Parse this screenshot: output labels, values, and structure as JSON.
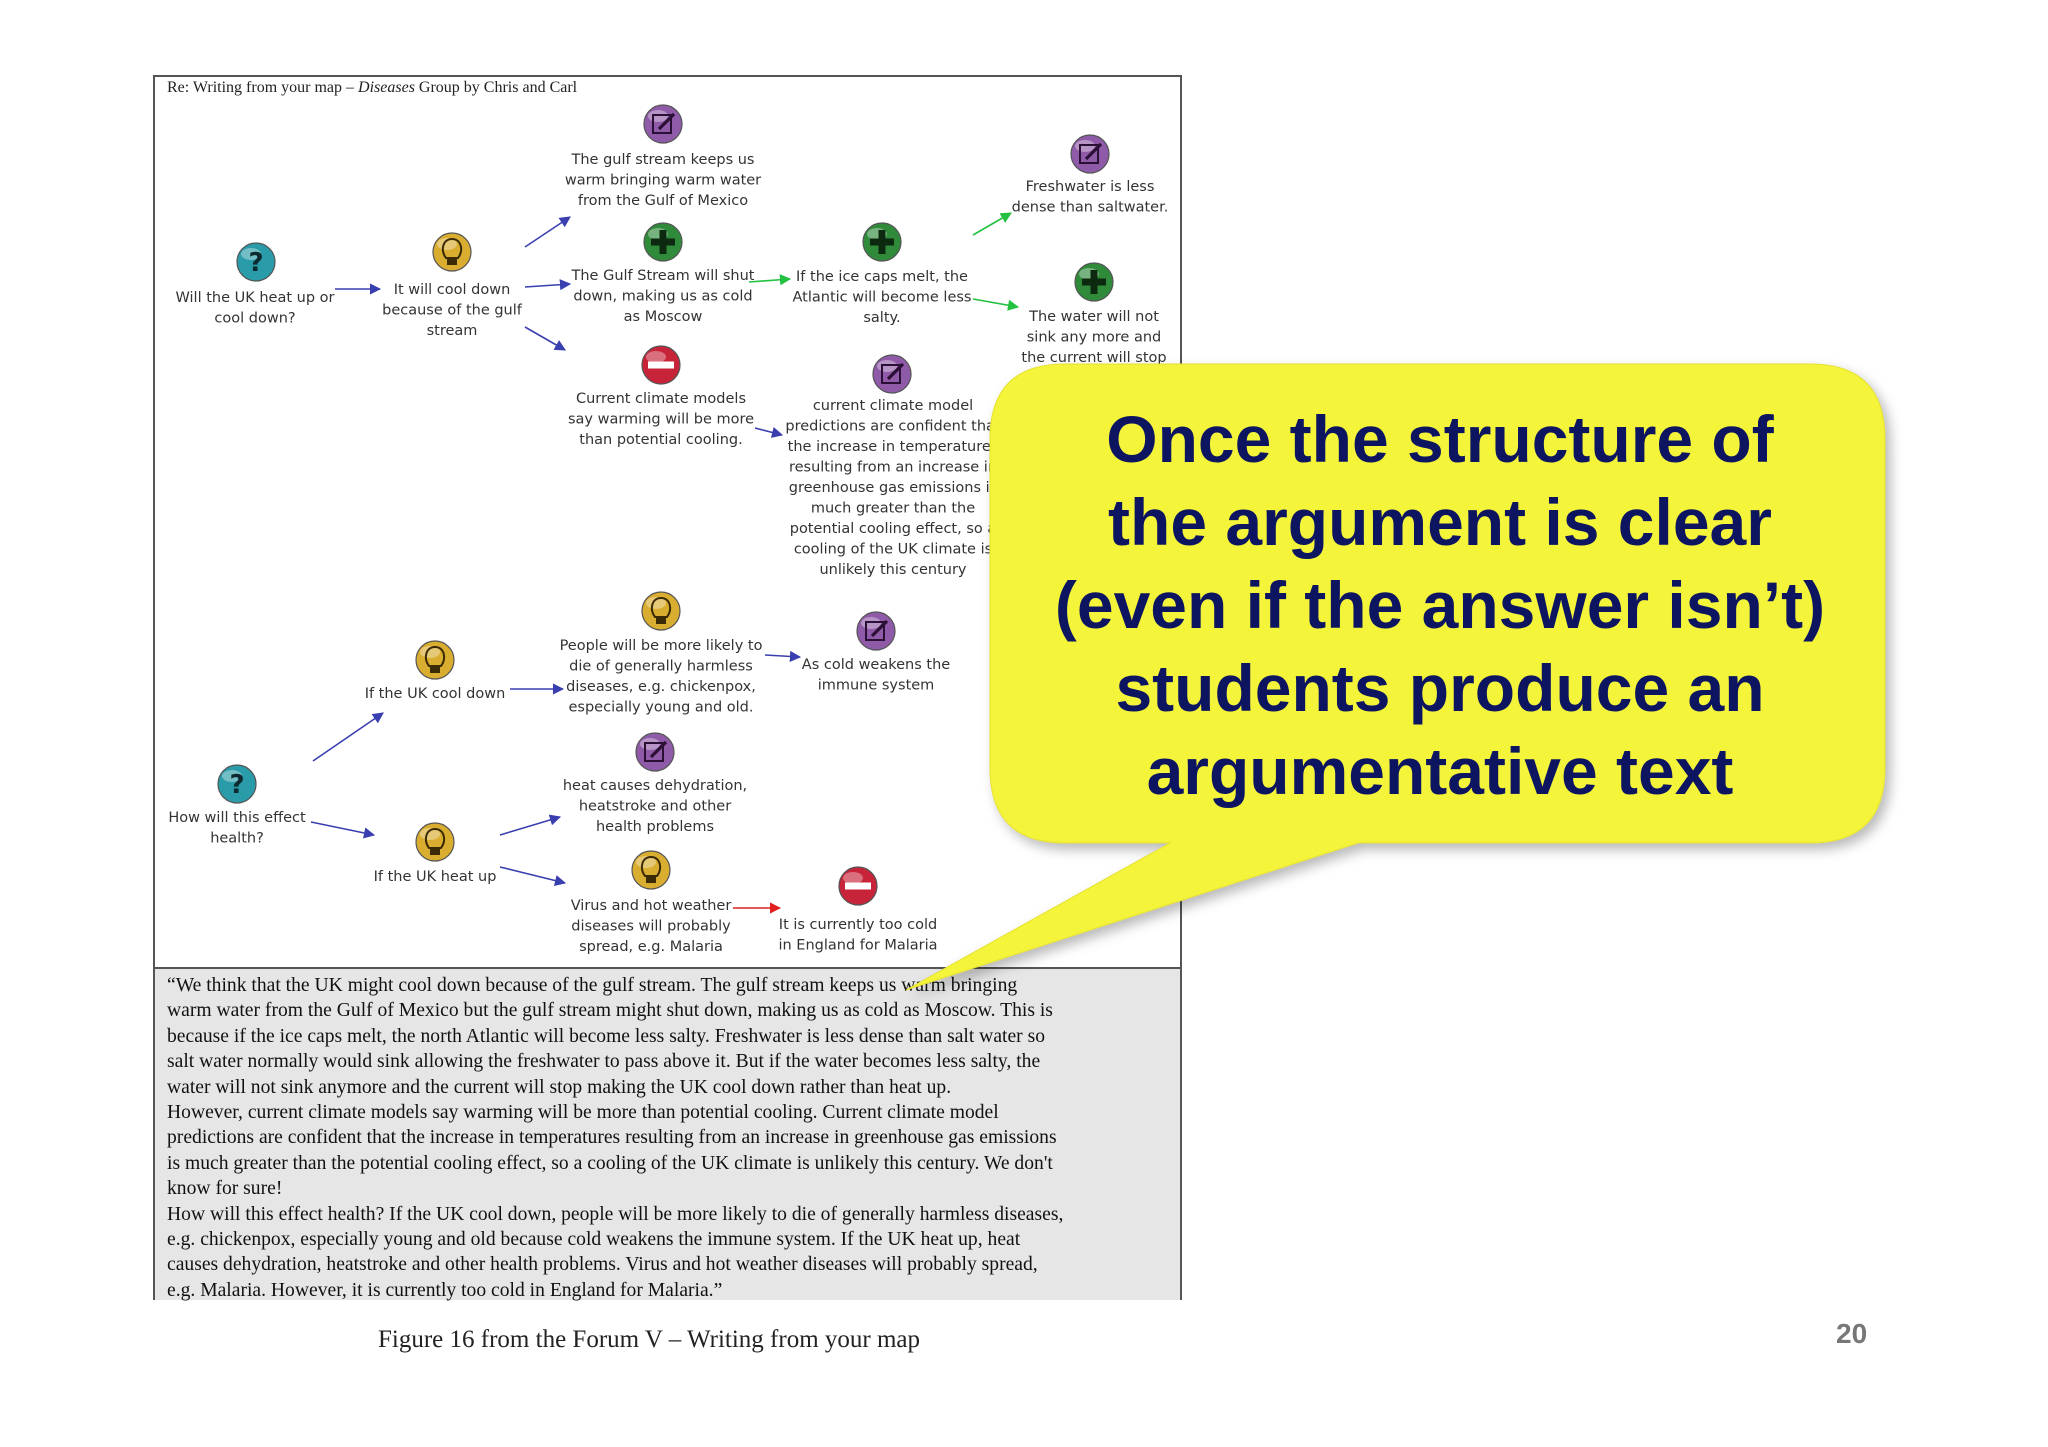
{
  "figure": {
    "header": {
      "prefix": "Re: Writing from your map – ",
      "italic": "Diseases",
      "suffix": " Group by Chris and Carl"
    },
    "map_nodes": [
      {
        "id": "q1",
        "icon": "question-icon",
        "lines": [
          "Will the UK heat up or",
          "cool down?"
        ]
      },
      {
        "id": "idea1",
        "icon": "lightbulb-icon",
        "lines": [
          "It will cool down",
          "because of the gulf",
          "stream"
        ]
      },
      {
        "id": "note1",
        "icon": "pencil-note-icon",
        "lines": [
          "The gulf stream keeps us",
          "warm bringing warm water",
          "from the Gulf of Mexico"
        ]
      },
      {
        "id": "pro1",
        "icon": "plus-icon",
        "lines": [
          "The Gulf Stream will shut",
          "down,  making us as cold",
          "as Moscow"
        ]
      },
      {
        "id": "pro2",
        "icon": "plus-icon",
        "lines": [
          "If the ice caps melt, the",
          "Atlantic will become less",
          "salty."
        ]
      },
      {
        "id": "note2",
        "icon": "pencil-note-icon",
        "lines": [
          "Freshwater is less",
          "dense than saltwater."
        ]
      },
      {
        "id": "pro3",
        "icon": "plus-icon",
        "lines": [
          "The water will not",
          "sink any more and",
          "the current will stop"
        ]
      },
      {
        "id": "con1",
        "icon": "minus-icon",
        "lines": [
          "Current climate models",
          "say warming will be more",
          "than potential cooling."
        ]
      },
      {
        "id": "note3",
        "icon": "pencil-note-icon",
        "lines": [
          "current climate model",
          "predictions are confident that",
          "the increase in temperatures",
          "resulting from an increase in",
          "greenhouse gas emissions is",
          "much greater than the",
          "potential cooling effect, so a",
          "cooling of the UK climate is",
          "unlikely this century"
        ]
      },
      {
        "id": "idea2",
        "icon": "lightbulb-icon",
        "lines": [
          "If the UK cool down"
        ]
      },
      {
        "id": "idea3",
        "icon": "lightbulb-icon",
        "lines": [
          "People will be more likely to",
          "die of generally harmless",
          "diseases, e.g. chickenpox,",
          "especially young and old."
        ]
      },
      {
        "id": "note4",
        "icon": "pencil-note-icon",
        "lines": [
          "As cold weakens the",
          "immune system"
        ]
      },
      {
        "id": "q2",
        "icon": "question-icon",
        "lines": [
          "How will this effect",
          "health?"
        ]
      },
      {
        "id": "idea4",
        "icon": "lightbulb-icon",
        "lines": [
          "If the UK heat up"
        ]
      },
      {
        "id": "note5",
        "icon": "pencil-note-icon",
        "lines": [
          "heat causes dehydration,",
          "heatstroke and other",
          "health problems"
        ]
      },
      {
        "id": "idea5",
        "icon": "lightbulb-icon",
        "lines": [
          "Virus and hot weather",
          "diseases will probably",
          "spread, e.g. Malaria"
        ]
      },
      {
        "id": "con2",
        "icon": "minus-icon",
        "lines": [
          "It is currently too cold",
          "in England for Malaria"
        ]
      }
    ],
    "text_lines": [
      "“We think that the UK might cool down because of the gulf stream. The gulf stream keeps us warm bringing",
      "warm water from the Gulf of Mexico but the gulf stream might shut down, making us as cold as Moscow. This is",
      "because if the ice caps melt, the north Atlantic will become less salty. Freshwater is less dense than salt water so",
      "salt water normally would sink allowing the freshwater to pass above it. But if the water becomes less salty, the",
      "water will not sink anymore and the current will stop making the UK cool down rather than heat up.",
      "However, current climate models say warming will be more than potential cooling. Current climate model",
      "predictions are confident that the increase in temperatures resulting from an increase in greenhouse gas emissions",
      "is much greater than the potential cooling effect, so a cooling of the UK climate is unlikely this century. We don't",
      "know for sure!",
      "How will this effect health? If the UK cool down, people will be more likely to die of generally harmless diseases,",
      "e.g. chickenpox, especially young and old because cold weakens the immune system. If the UK heat up, heat",
      "causes dehydration, heatstroke and other health problems. Virus and hot weather diseases will probably spread,",
      "e.g. Malaria. However, it is currently too cold in England for Malaria.”"
    ],
    "caption": "Figure 16 from the Forum V – Writing from your map"
  },
  "callout": {
    "lines": [
      "Once the structure of",
      "the argument is clear",
      "(even if the answer isn’t)",
      "students produce an",
      "argumentative text"
    ]
  },
  "page_number": "20",
  "colors": {
    "callout_fill": "#f4f53a",
    "callout_text": "#0d1560",
    "question": "#2a9ba8",
    "idea": "#d9ad2f",
    "pro": "#2f8a3a",
    "con": "#c7243a",
    "note": "#8f5ba8",
    "arrow_default": "#3a3fb0",
    "arrow_pro": "#22c240",
    "arrow_con": "#e02020"
  }
}
